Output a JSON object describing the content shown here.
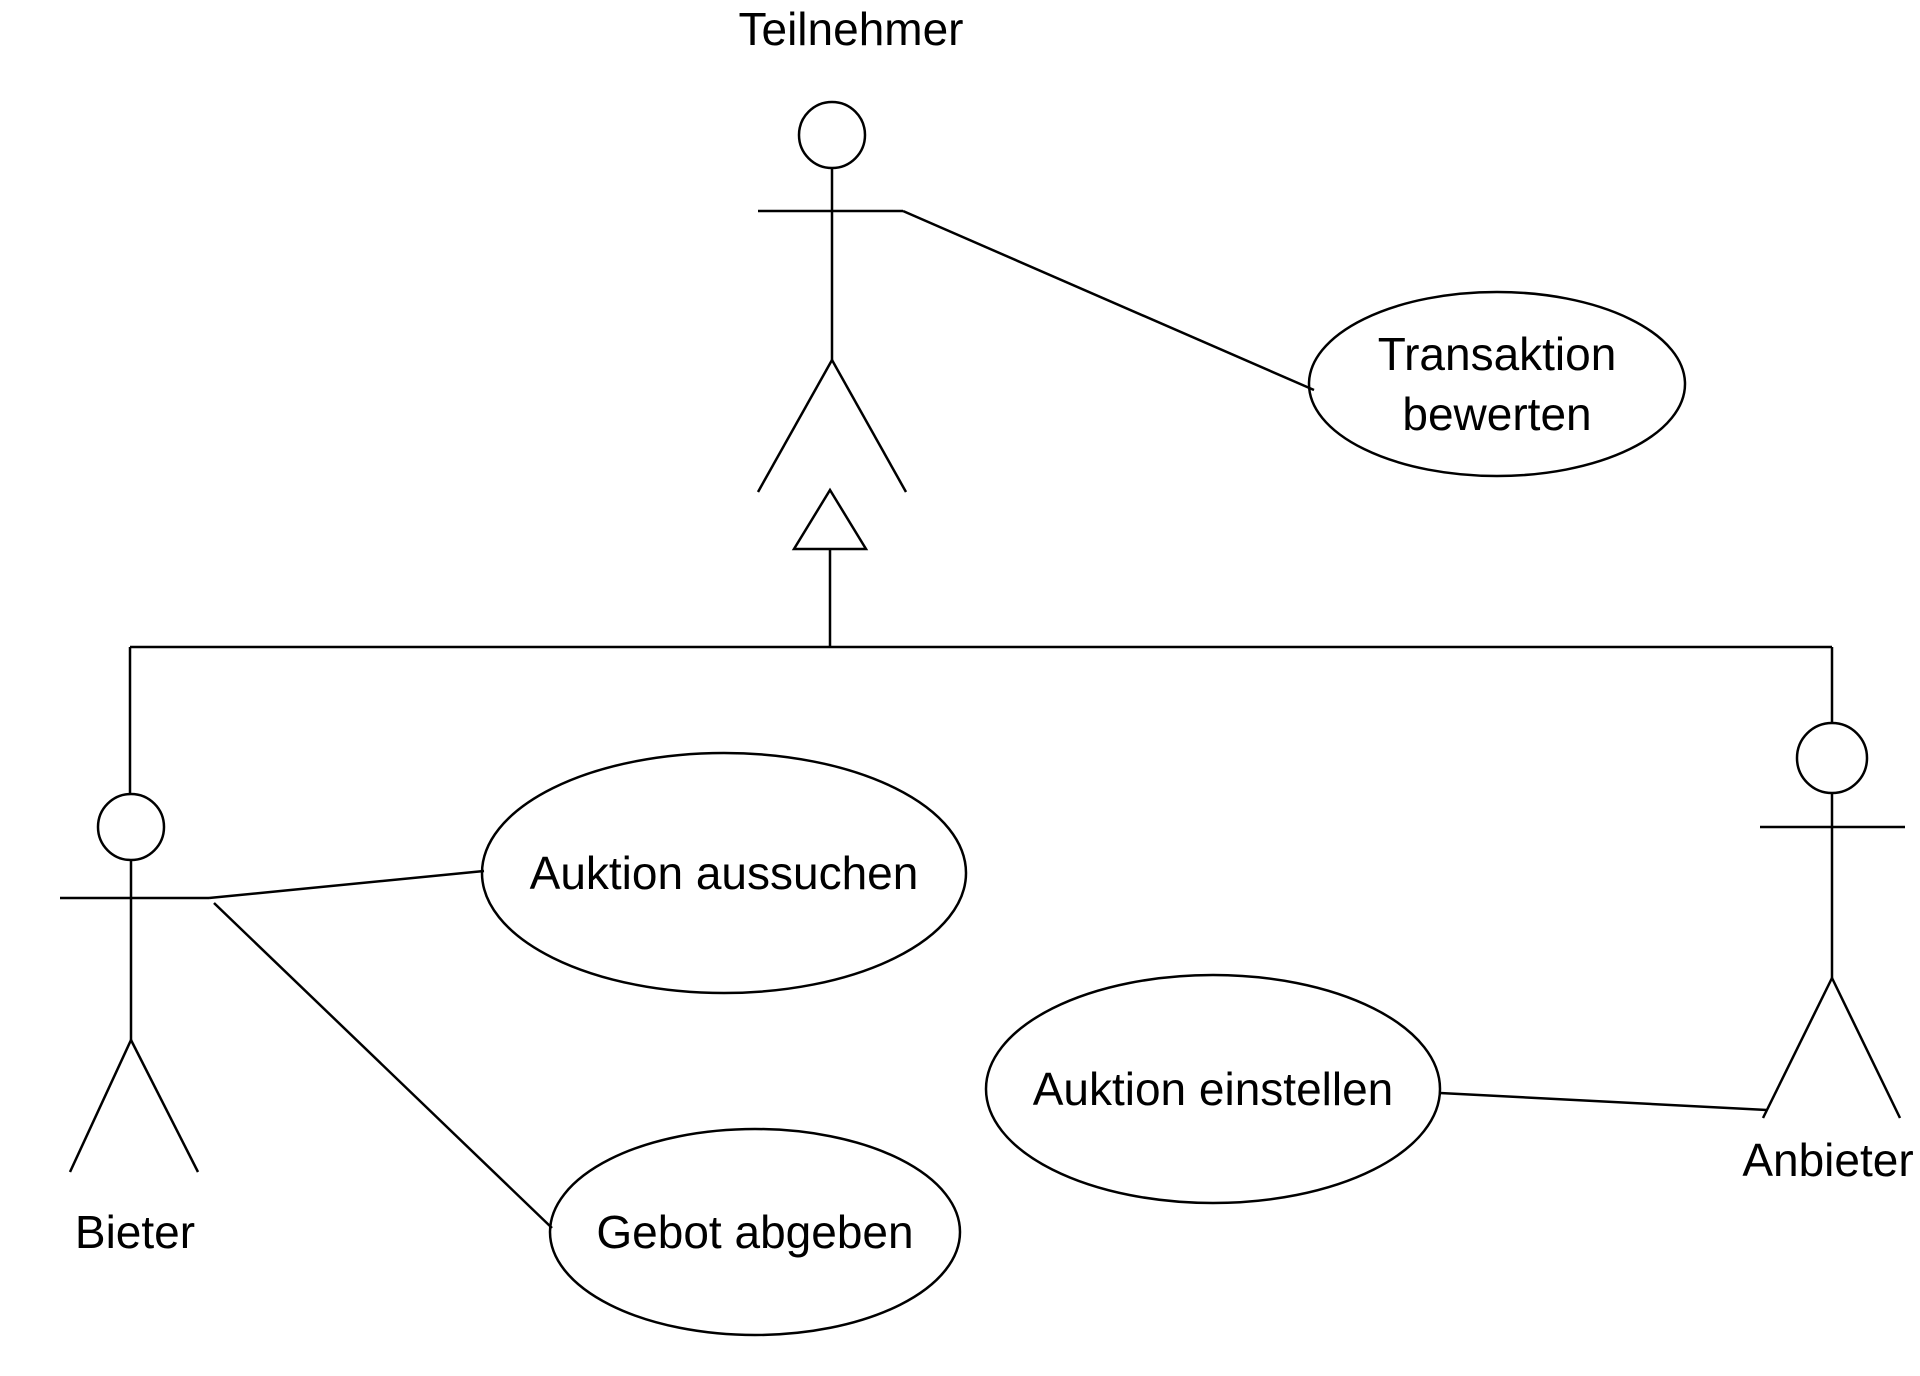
{
  "diagram": {
    "type": "UML use case diagram",
    "background_color": "#ffffff",
    "line_color": "#000000",
    "actors": [
      {
        "id": "teilnehmer",
        "label": "Teilnehmer",
        "role": "parent-actor"
      },
      {
        "id": "bieter",
        "label": "Bieter",
        "role": "specialized-actor"
      },
      {
        "id": "anbieter",
        "label": "Anbieter",
        "role": "specialized-actor"
      }
    ],
    "use_cases": [
      {
        "id": "transaktion-bewerten",
        "label": "Transaktion bewerten",
        "lines": [
          "Transaktion",
          "bewerten"
        ]
      },
      {
        "id": "auktion-aussuchen",
        "label": "Auktion aussuchen"
      },
      {
        "id": "gebot-abgeben",
        "label": "Gebot abgeben"
      },
      {
        "id": "auktion-einstellen",
        "label": "Auktion einstellen"
      }
    ],
    "associations": [
      {
        "from": "Teilnehmer",
        "to": "Transaktion bewerten"
      },
      {
        "from": "Bieter",
        "to": "Auktion aussuchen"
      },
      {
        "from": "Bieter",
        "to": "Gebot abgeben"
      },
      {
        "from": "Anbieter",
        "to": "Auktion einstellen"
      }
    ],
    "generalizations": [
      {
        "child": "Bieter",
        "parent": "Teilnehmer"
      },
      {
        "child": "Anbieter",
        "parent": "Teilnehmer"
      }
    ]
  }
}
